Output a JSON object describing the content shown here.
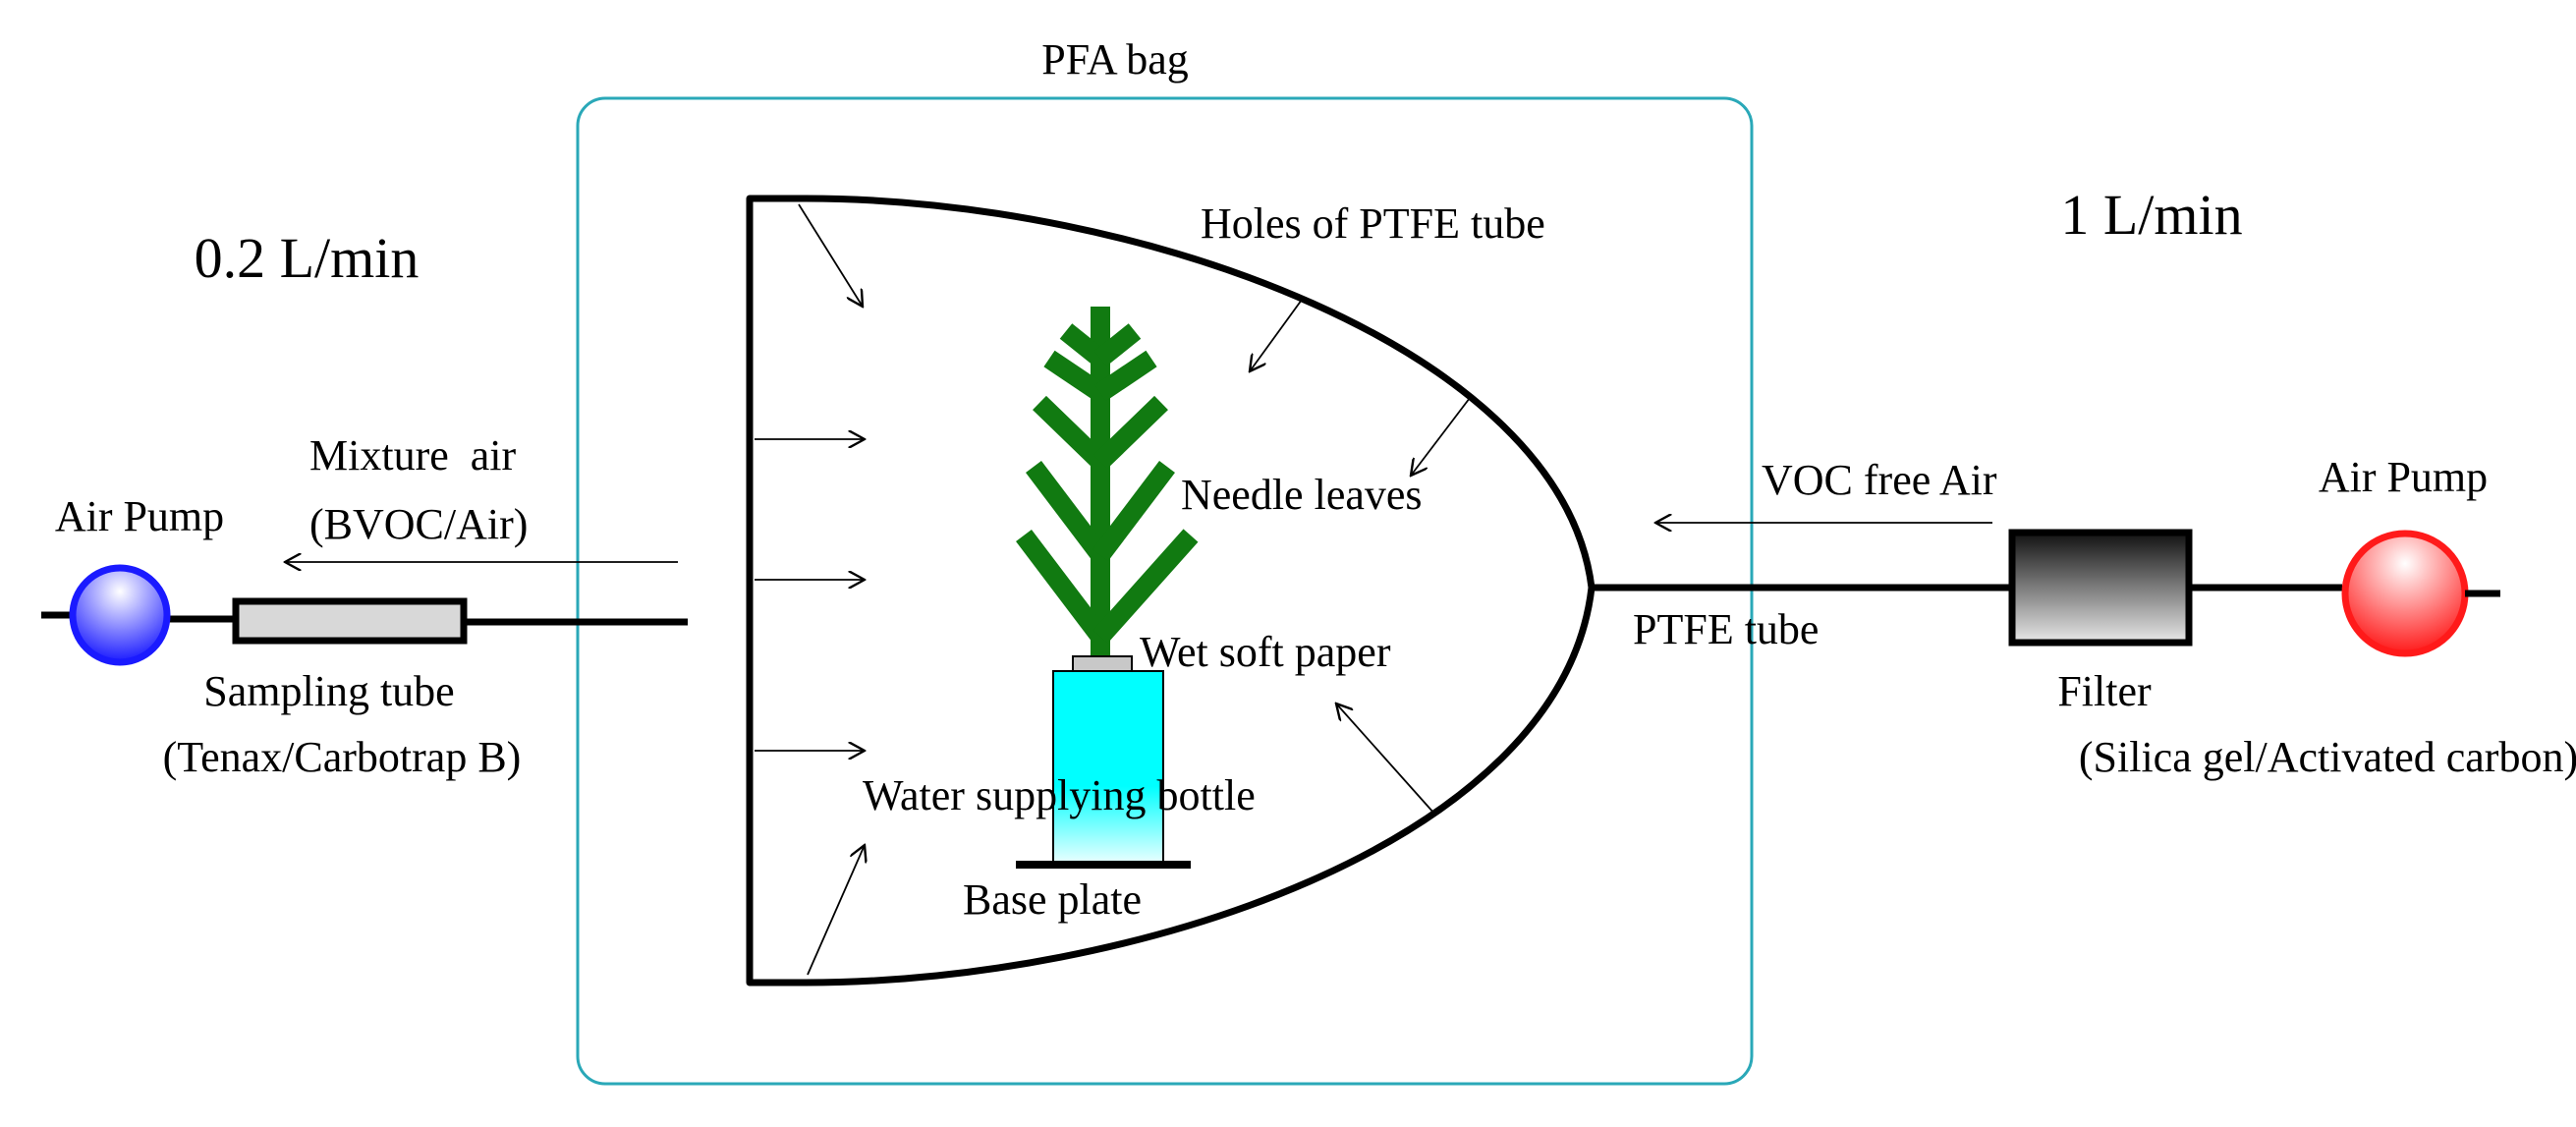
{
  "labels": {
    "pfa_bag": "PFA bag",
    "flow_right": "1 L/min",
    "flow_left": "0.2 L/min",
    "holes": "Holes of PTFE tube",
    "needle_leaves": "Needle leaves",
    "wet_paper": "Wet soft paper",
    "water_bottle": "Water supplying bottle",
    "base_plate": "Base plate",
    "ptfe_tube": "PTFE tube",
    "voc_free_air": "VOC free Air",
    "air_pump_right": "Air Pump",
    "filter": "Filter",
    "filter_media": "(Silica gel/Activated carbon)",
    "mixture_air": "Mixture  air",
    "mixture_air_detail": "(BVOC/Air)",
    "air_pump_left": "Air Pump",
    "sampling_tube": "Sampling tube",
    "sampling_media": "(Tenax/Carbotrap B)"
  },
  "colors": {
    "bag_outline": "#2aa8b8",
    "plant": "#117a11",
    "bottle": "#00ffff",
    "left_pump": "#1a1aff",
    "right_pump": "#ff1a1a",
    "filter": "#222222",
    "sampling_tube": "#d8d8d8"
  }
}
